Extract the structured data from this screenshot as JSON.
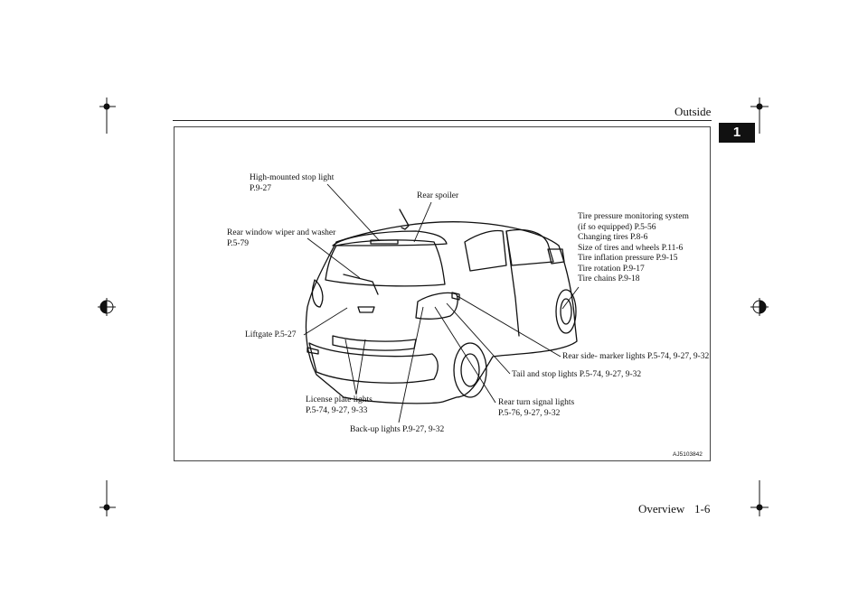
{
  "header": {
    "title": "Outside",
    "chapter": "1"
  },
  "figure": {
    "id": "AJ5103842",
    "labels": {
      "high_mount_l1": "High-mounted stop light",
      "high_mount_l2": "P.9-27",
      "rear_spoiler": "Rear spoiler",
      "rear_wiper_l1": "Rear window wiper and washer",
      "rear_wiper_l2": "P.5-79",
      "tpms_l1": "Tire pressure monitoring system",
      "tpms_l2": "(if so equipped) P.5-56",
      "tpms_l3": "Changing tires P.8-6",
      "tpms_l4": "Size of tires and wheels P.11-6",
      "tpms_l5": "Tire inflation pressure P.9-15",
      "tpms_l6": "Tire rotation P.9-17",
      "tpms_l7": "Tire chains P.9-18",
      "liftgate": "Liftgate P.5-27",
      "side_marker": "Rear side- marker lights P.5-74, 9-27, 9-32",
      "tail_stop": "Tail and stop lights P.5-74, 9-27, 9-32",
      "license_l1": "License plate lights",
      "license_l2": "P.5-74, 9-27, 9-33",
      "turn_l1": "Rear turn signal lights",
      "turn_l2": "P.5-76, 9-27, 9-32",
      "backup": "Back-up lights P.9-27, 9-32"
    }
  },
  "footer": {
    "section": "Overview",
    "page": "1-6"
  }
}
